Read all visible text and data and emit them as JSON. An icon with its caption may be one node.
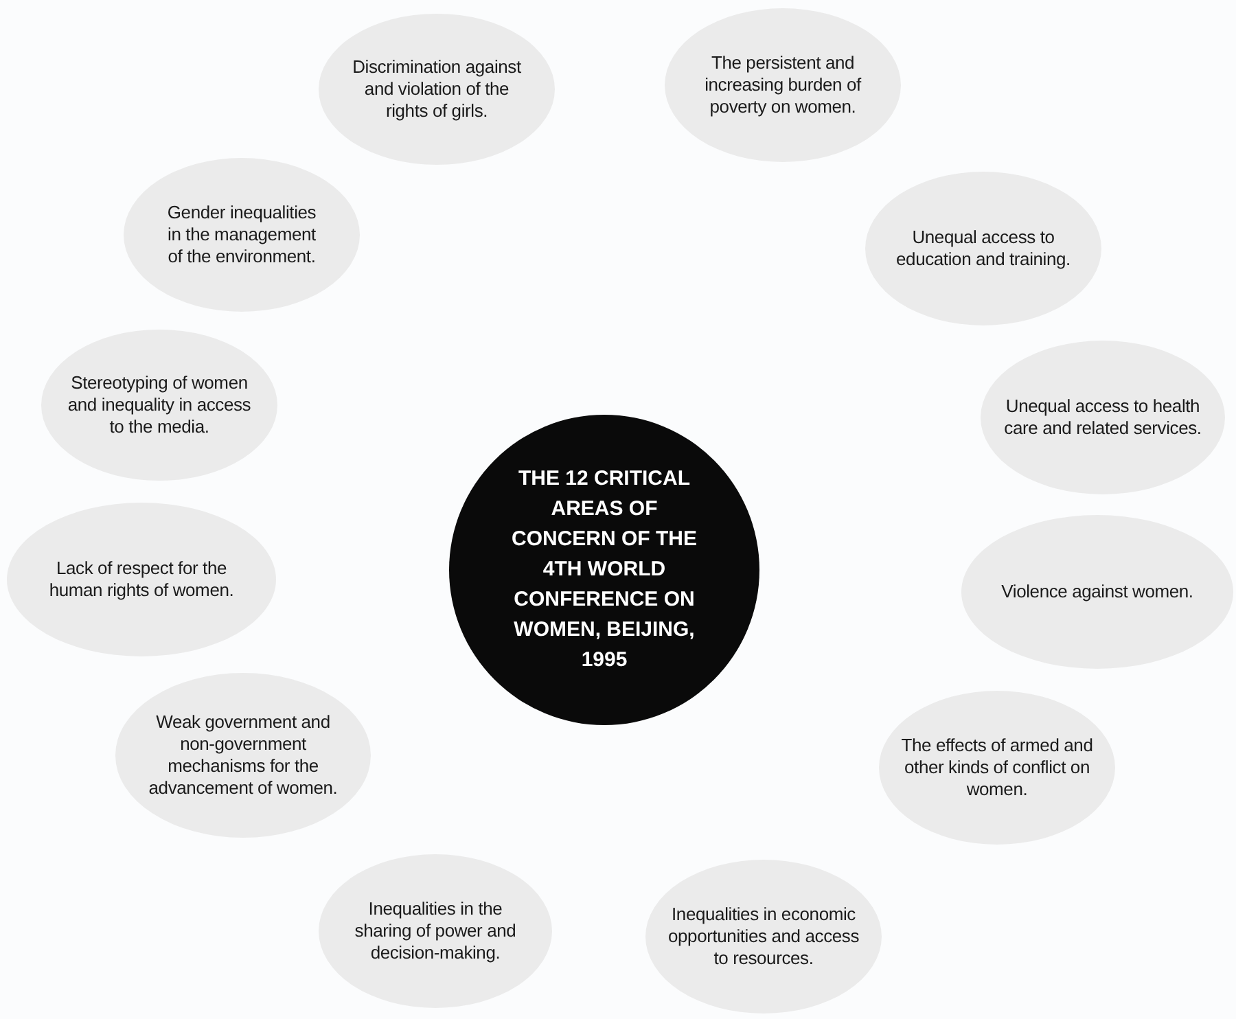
{
  "diagram": {
    "nodes": [
      {
        "text": [
          "Discrimination against and violation of the rights of girls."
        ]
      },
      {
        "text": [
          "The persistent and increasing burden of poverty on women."
        ]
      },
      {
        "text": [
          "Gender inequalities in the management of the environment."
        ]
      },
      {
        "text": [
          "Unequal access to education and training."
        ]
      },
      {
        "text": [
          "Stereotyping of women and inequality in access to the media."
        ]
      },
      {
        "text": [
          "Unequal access to health care and related services."
        ]
      },
      {
        "text": [
          "THE 12 CRITICAL AREAS OF CONCERN OF THE 4TH WORLD CONFERENCE ON WOMEN, BEIJING, 1995"
        ]
      },
      {
        "text": [
          "Lack of respect for the human rights of women."
        ]
      },
      {
        "text": [
          "Violence against women."
        ]
      },
      {
        "text": [
          "Weak government and non-government mechanisms for the advancement of women."
        ]
      },
      {
        "text": [
          "The effects of armed and other kinds of conflict on women."
        ]
      },
      {
        "text": [
          "Inequalities in the sharing of power and decision-making."
        ]
      },
      {
        "text": [
          "Inequalities in economic opportunities and access to resources."
        ]
      }
    ]
  }
}
